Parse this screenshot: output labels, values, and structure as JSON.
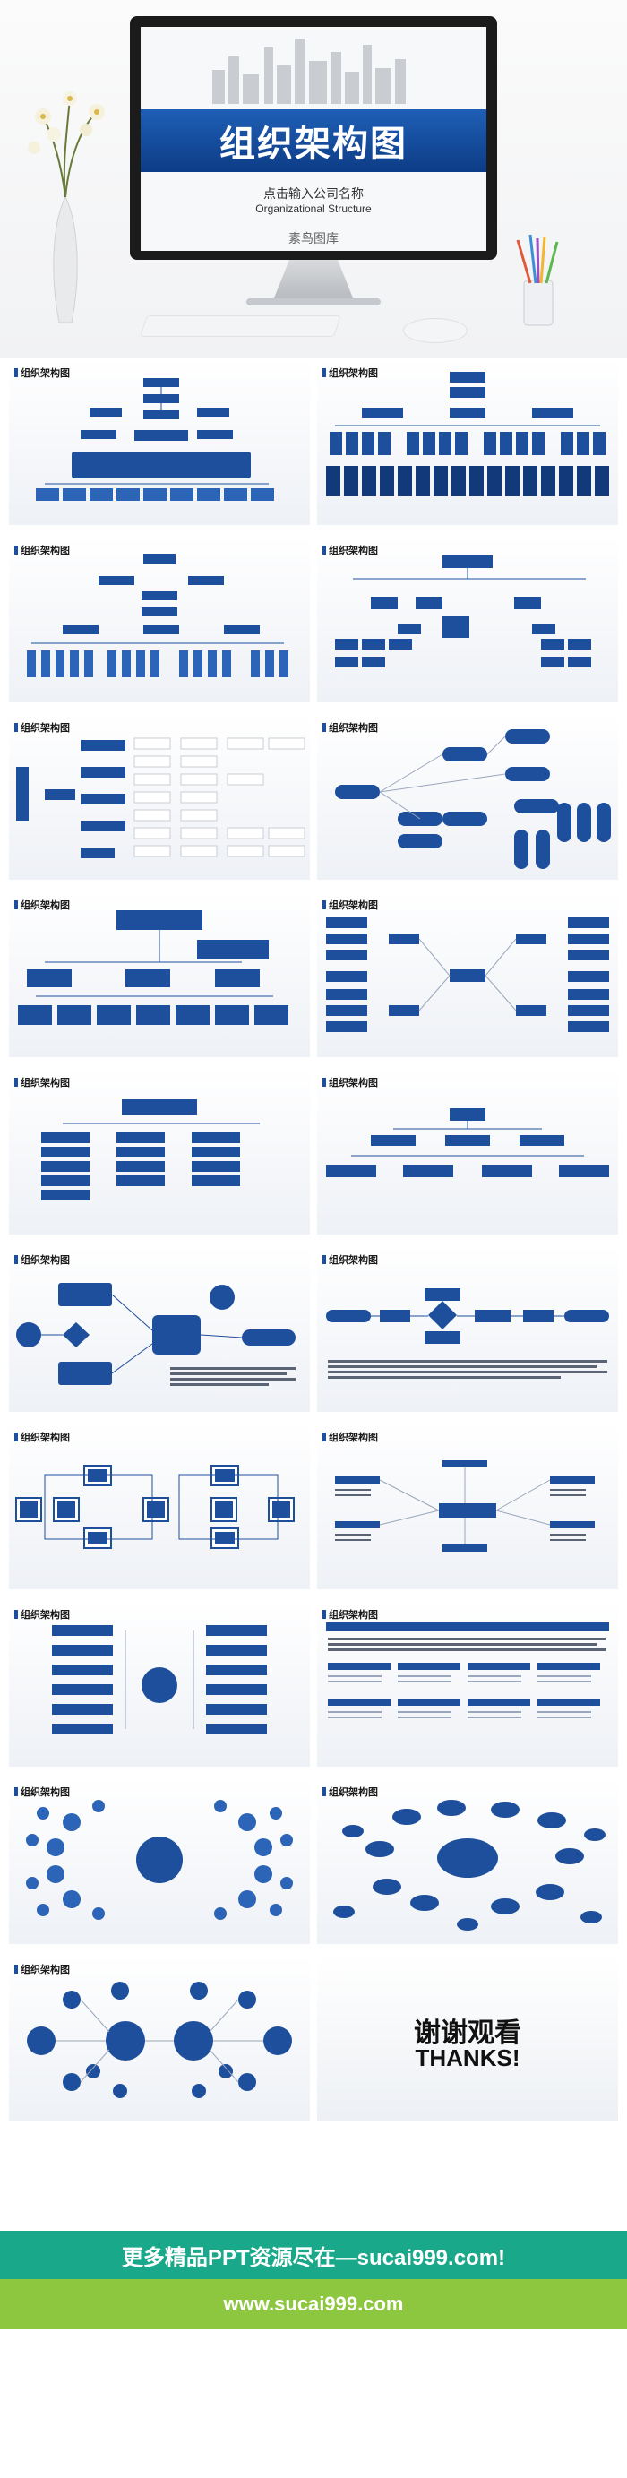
{
  "cover": {
    "title": "组织架构图",
    "subtitle_cn": "点击输入公司名称",
    "subtitle_en": "Organizational Structure",
    "credit": "素鸟图库"
  },
  "slide_title": "组织架构图",
  "thanks": {
    "cn": "谢谢观看",
    "en": "THANKS!"
  },
  "banner1": "更多精品PPT资源尽在—sucai999.com!",
  "banner2": "www.sucai999.com",
  "colors": {
    "primary": "#1e4f9c",
    "dark": "#123a7a",
    "ad_green": "#1aa88a",
    "ad_lime": "#8dc63f"
  }
}
